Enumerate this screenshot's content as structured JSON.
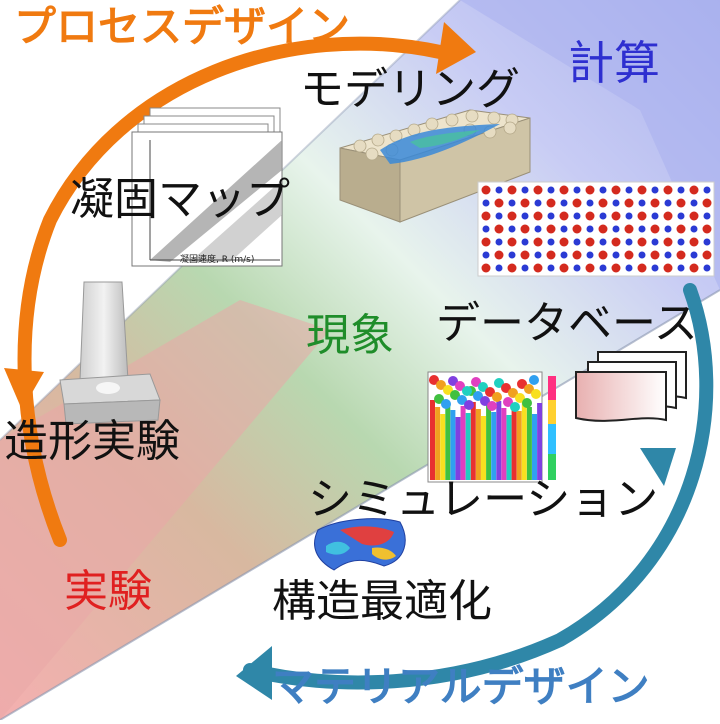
{
  "titles": {
    "process_design": "プロセスデザイン",
    "material_design": "マテリアルデザイン"
  },
  "regions": {
    "calculation": "計算",
    "phenomenon": "現象",
    "experiment": "実験"
  },
  "items": {
    "modeling": "モデリング",
    "solidification_map": "凝固マップ",
    "database": "データベース",
    "build_experiment": "造形実験",
    "simulation": "シミュレーション",
    "topology_optimization": "構造最適化"
  },
  "map_axis_label": "凝固速度, R (m/s)",
  "colors": {
    "process_arrow": "#f07a10",
    "material_arrow": "#2f87a8",
    "calculation_band": "#b8bff0",
    "phenomenon_band": "#a8d8ac",
    "experiment_band": "#f0a8a8"
  }
}
